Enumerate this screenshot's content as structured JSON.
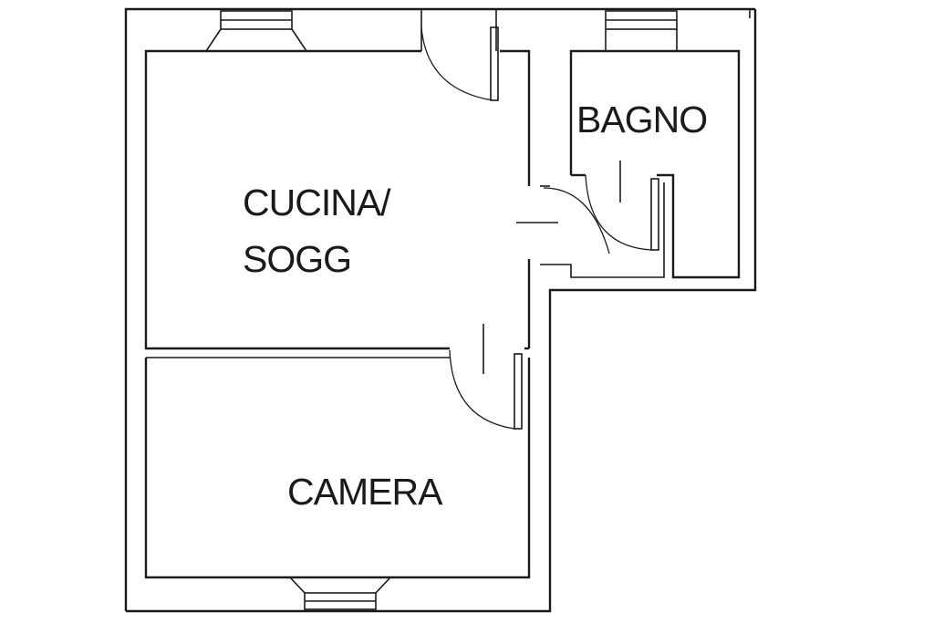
{
  "rooms": {
    "kitchen_line1": "CUCINA/",
    "kitchen_line2": "SOGG",
    "bathroom": "BAGNO",
    "bedroom": "CAMERA"
  },
  "colors": {
    "line": "#1a1a1a",
    "background": "#ffffff"
  }
}
